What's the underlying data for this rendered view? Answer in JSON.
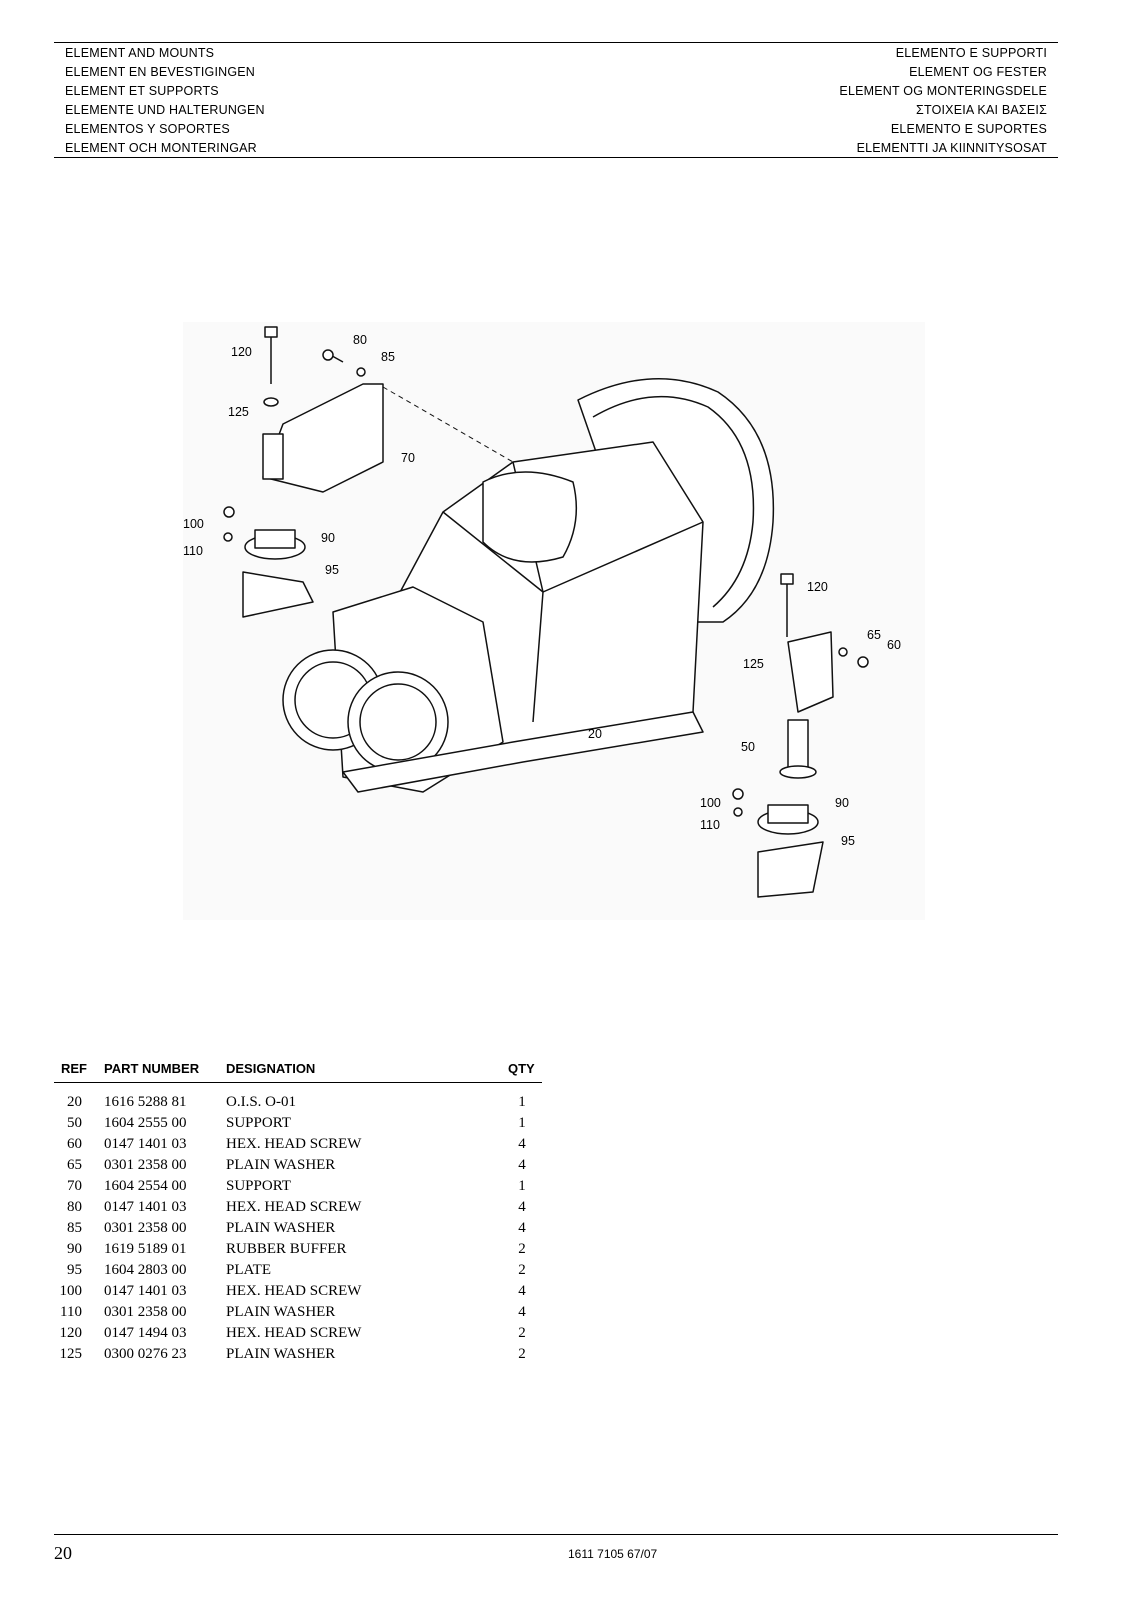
{
  "header": {
    "left": [
      "ELEMENT AND MOUNTS",
      "ELEMENT EN BEVESTIGINGEN",
      "ELEMENT ET SUPPORTS",
      "ELEMENTE UND HALTERUNGEN",
      "ELEMENTOS Y SOPORTES",
      "ELEMENT OCH MONTERINGAR"
    ],
    "right": [
      "ELEMENTO E SUPPORTI",
      "ELEMENT OG FESTER",
      "ELEMENT OG MONTERINGSDELE",
      "ΣΤΟΙΧΕΙΑ ΚΑΙ ΒΑΣΕΙΣ",
      "ELEMENTO E SUPORTES",
      "ELEMENTTI JA KIINNITYSOSAT"
    ]
  },
  "diagram": {
    "callouts": [
      "120",
      "80",
      "85",
      "125",
      "70",
      "100",
      "110",
      "90",
      "95",
      "120",
      "65",
      "60",
      "125",
      "20",
      "50",
      "100",
      "110",
      "90",
      "95"
    ]
  },
  "parts_table": {
    "headers": {
      "ref": "REF",
      "part_number": "PART NUMBER",
      "designation": "DESIGNATION",
      "qty": "QTY"
    },
    "rows": [
      {
        "ref": "20",
        "part_number": "1616 5288 81",
        "designation": "O.I.S. O-01",
        "qty": "1"
      },
      {
        "ref": "50",
        "part_number": "1604 2555 00",
        "designation": "SUPPORT",
        "qty": "1"
      },
      {
        "ref": "60",
        "part_number": "0147 1401 03",
        "designation": "HEX. HEAD SCREW",
        "qty": "4"
      },
      {
        "ref": "65",
        "part_number": "0301 2358 00",
        "designation": "PLAIN WASHER",
        "qty": "4"
      },
      {
        "ref": "70",
        "part_number": "1604 2554 00",
        "designation": "SUPPORT",
        "qty": "1"
      },
      {
        "ref": "80",
        "part_number": "0147 1401 03",
        "designation": "HEX. HEAD SCREW",
        "qty": "4"
      },
      {
        "ref": "85",
        "part_number": "0301 2358 00",
        "designation": "PLAIN WASHER",
        "qty": "4"
      },
      {
        "ref": "90",
        "part_number": "1619 5189 01",
        "designation": "RUBBER BUFFER",
        "qty": "2"
      },
      {
        "ref": "95",
        "part_number": "1604 2803 00",
        "designation": "PLATE",
        "qty": "2"
      },
      {
        "ref": "100",
        "part_number": "0147 1401 03",
        "designation": "HEX. HEAD SCREW",
        "qty": "4"
      },
      {
        "ref": "110",
        "part_number": "0301 2358 00",
        "designation": "PLAIN WASHER",
        "qty": "4"
      },
      {
        "ref": "120",
        "part_number": "0147 1494 03",
        "designation": "HEX. HEAD SCREW",
        "qty": "2"
      },
      {
        "ref": "125",
        "part_number": "0300 0276 23",
        "designation": "PLAIN WASHER",
        "qty": "2"
      }
    ]
  },
  "footer": {
    "page_number": "20",
    "document_number": "1611 7105 67/07"
  }
}
